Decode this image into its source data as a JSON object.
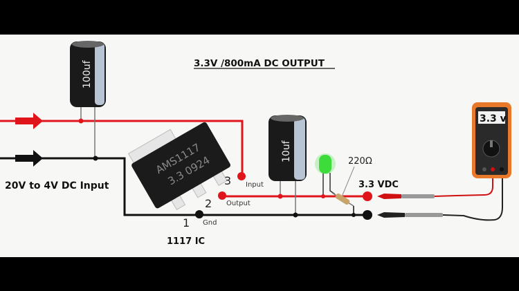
{
  "title": "3.3V /800mA  DC  OUTPUT",
  "input_label": "20V  to 4V DC Input",
  "output_label": "3.3 VDC",
  "ic": {
    "marking_line1": "AMS1117",
    "marking_line2": "3.3 0924",
    "caption": "1117 IC",
    "pins": [
      {
        "number": "3",
        "name": "Input"
      },
      {
        "number": "2",
        "name": "Output"
      },
      {
        "number": "1",
        "name": "Gnd"
      }
    ]
  },
  "input_capacitor": "100uf",
  "output_capacitor": "10uf",
  "resistor": "220Ω",
  "multimeter_display": "3.3 v",
  "colors": {
    "positive": "#e0151b",
    "ground": "#111111",
    "led": "#3ddc3a",
    "meter": "#e8782a"
  }
}
